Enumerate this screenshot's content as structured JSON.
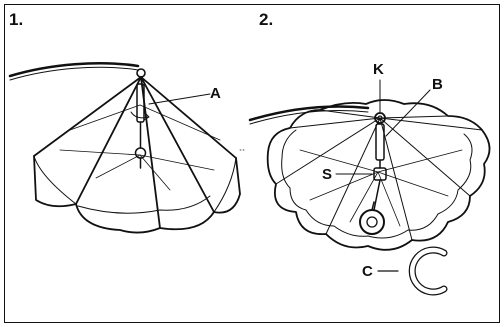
{
  "steps": [
    {
      "number": "1."
    },
    {
      "number": "2."
    }
  ],
  "callouts": {
    "a": "A",
    "k": "K",
    "b": "B",
    "s": "S",
    "c": "C"
  },
  "icons": {
    "umbrella_closed": "umbrella-partially-open-icon",
    "umbrella_open": "umbrella-open-icon",
    "clip": "c-clip-icon"
  },
  "colors": {
    "line": "#111111",
    "background": "#ffffff"
  }
}
